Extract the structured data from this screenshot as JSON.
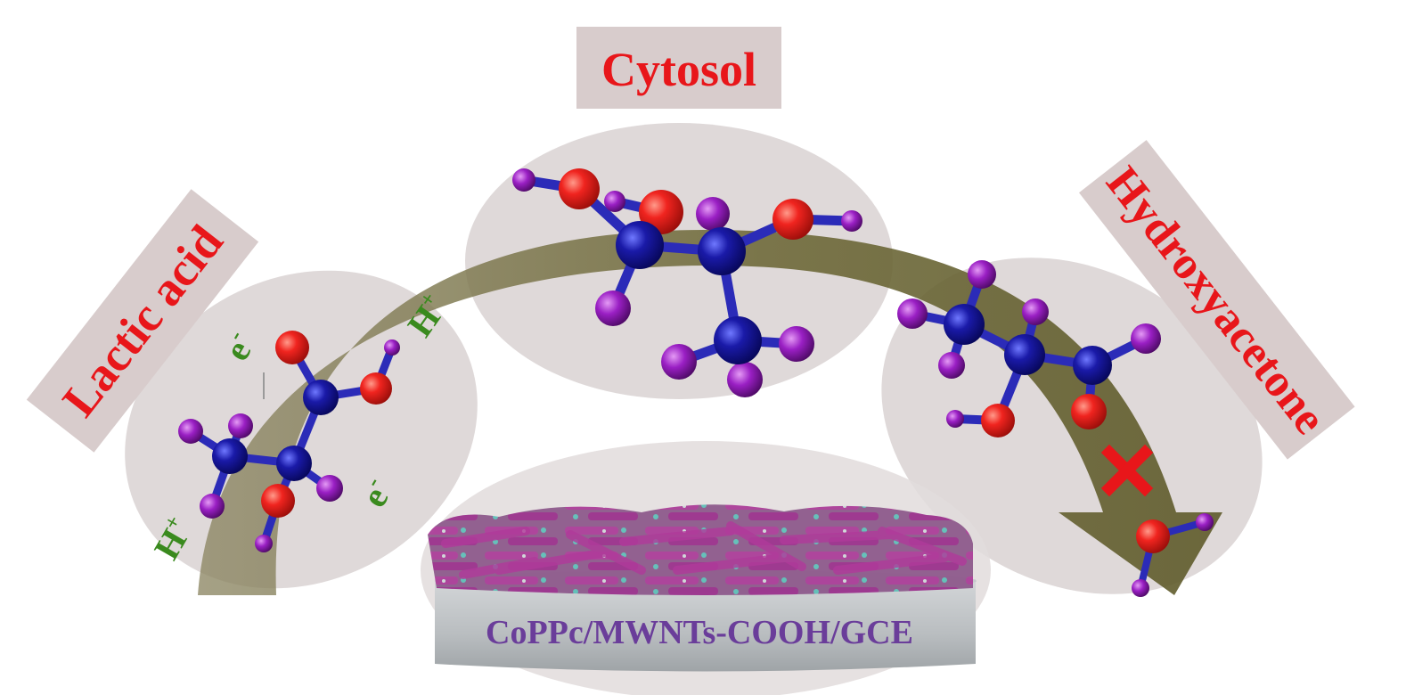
{
  "labels": {
    "cytosol": "Cytosol",
    "lactic_acid": "Lactic acid",
    "hydroxyacetone": "Hydroxyacetone",
    "electrode": "CoPPc/MWNTs-COOH/GCE"
  },
  "species": {
    "proton_left_bottom": "H",
    "proton_left_bottom_sup": "+",
    "proton_left_top": "H",
    "proton_left_top_sup": "+",
    "electron_upper": "e",
    "electron_upper_sup": "-",
    "electron_lower": "e",
    "electron_lower_sup": "-"
  },
  "colors": {
    "title_red": "#e8161a",
    "species_green": "#3a8a1e",
    "electrode_text": "#6a3d9a",
    "arrow": "#6f6a3a",
    "oxygen": "#f0241f",
    "carbon": "#1a1aa8",
    "hydrogen": "#9a1fc4",
    "ellipse": "#d9d2d2",
    "label_box": "#d8cccc",
    "cross": "#e8161a"
  },
  "icons": {
    "blocked": "cross-icon"
  }
}
